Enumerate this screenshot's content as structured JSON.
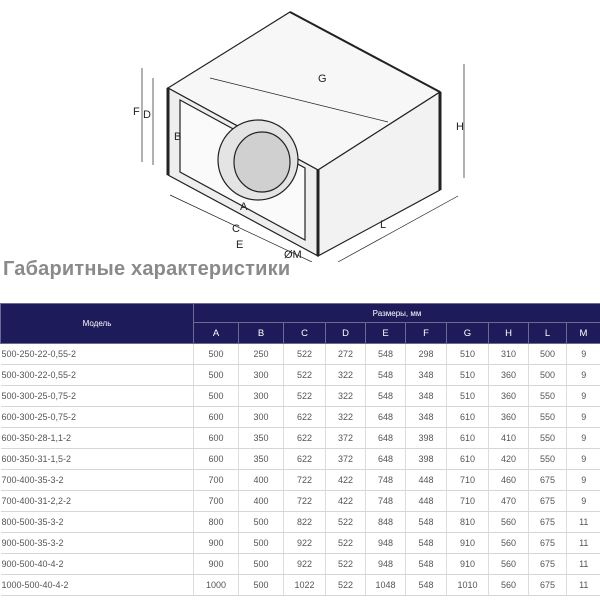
{
  "drawing": {
    "labels": {
      "G": "G",
      "H": "H",
      "F": "F",
      "D": "D",
      "B": "B",
      "A": "A",
      "C": "C",
      "E": "E",
      "L": "L",
      "M": "ØM"
    }
  },
  "title": "Габаритные характеристики",
  "table": {
    "model_header": "Модель",
    "group_header": "Размеры, мм",
    "columns": [
      "A",
      "B",
      "C",
      "D",
      "E",
      "F",
      "G",
      "H",
      "L",
      "M"
    ],
    "rows": [
      {
        "model": "500-250-22-0,55-2",
        "values": [
          "500",
          "250",
          "522",
          "272",
          "548",
          "298",
          "510",
          "310",
          "500",
          "9"
        ]
      },
      {
        "model": "500-300-22-0,55-2",
        "values": [
          "500",
          "300",
          "522",
          "322",
          "548",
          "348",
          "510",
          "360",
          "500",
          "9"
        ]
      },
      {
        "model": "500-300-25-0,75-2",
        "values": [
          "500",
          "300",
          "522",
          "322",
          "548",
          "348",
          "510",
          "360",
          "550",
          "9"
        ]
      },
      {
        "model": "600-300-25-0,75-2",
        "values": [
          "600",
          "300",
          "622",
          "322",
          "648",
          "348",
          "610",
          "360",
          "550",
          "9"
        ]
      },
      {
        "model": "600-350-28-1,1-2",
        "values": [
          "600",
          "350",
          "622",
          "372",
          "648",
          "398",
          "610",
          "410",
          "550",
          "9"
        ]
      },
      {
        "model": "600-350-31-1,5-2",
        "values": [
          "600",
          "350",
          "622",
          "372",
          "648",
          "398",
          "610",
          "420",
          "550",
          "9"
        ]
      },
      {
        "model": "700-400-35-3-2",
        "values": [
          "700",
          "400",
          "722",
          "422",
          "748",
          "448",
          "710",
          "460",
          "675",
          "9"
        ]
      },
      {
        "model": "700-400-31-2,2-2",
        "values": [
          "700",
          "400",
          "722",
          "422",
          "748",
          "448",
          "710",
          "470",
          "675",
          "9"
        ]
      },
      {
        "model": "800-500-35-3-2",
        "values": [
          "800",
          "500",
          "822",
          "522",
          "848",
          "548",
          "810",
          "560",
          "675",
          "11"
        ]
      },
      {
        "model": "900-500-35-3-2",
        "values": [
          "900",
          "500",
          "922",
          "522",
          "948",
          "548",
          "910",
          "560",
          "675",
          "11"
        ]
      },
      {
        "model": "900-500-40-4-2",
        "values": [
          "900",
          "500",
          "922",
          "522",
          "948",
          "548",
          "910",
          "560",
          "675",
          "11"
        ]
      },
      {
        "model": "1000-500-40-4-2",
        "values": [
          "1000",
          "500",
          "1022",
          "522",
          "1048",
          "548",
          "1010",
          "560",
          "675",
          "11"
        ]
      }
    ]
  },
  "colors": {
    "header_bg": "#1e1b5a",
    "title": "#8a8a8c"
  }
}
